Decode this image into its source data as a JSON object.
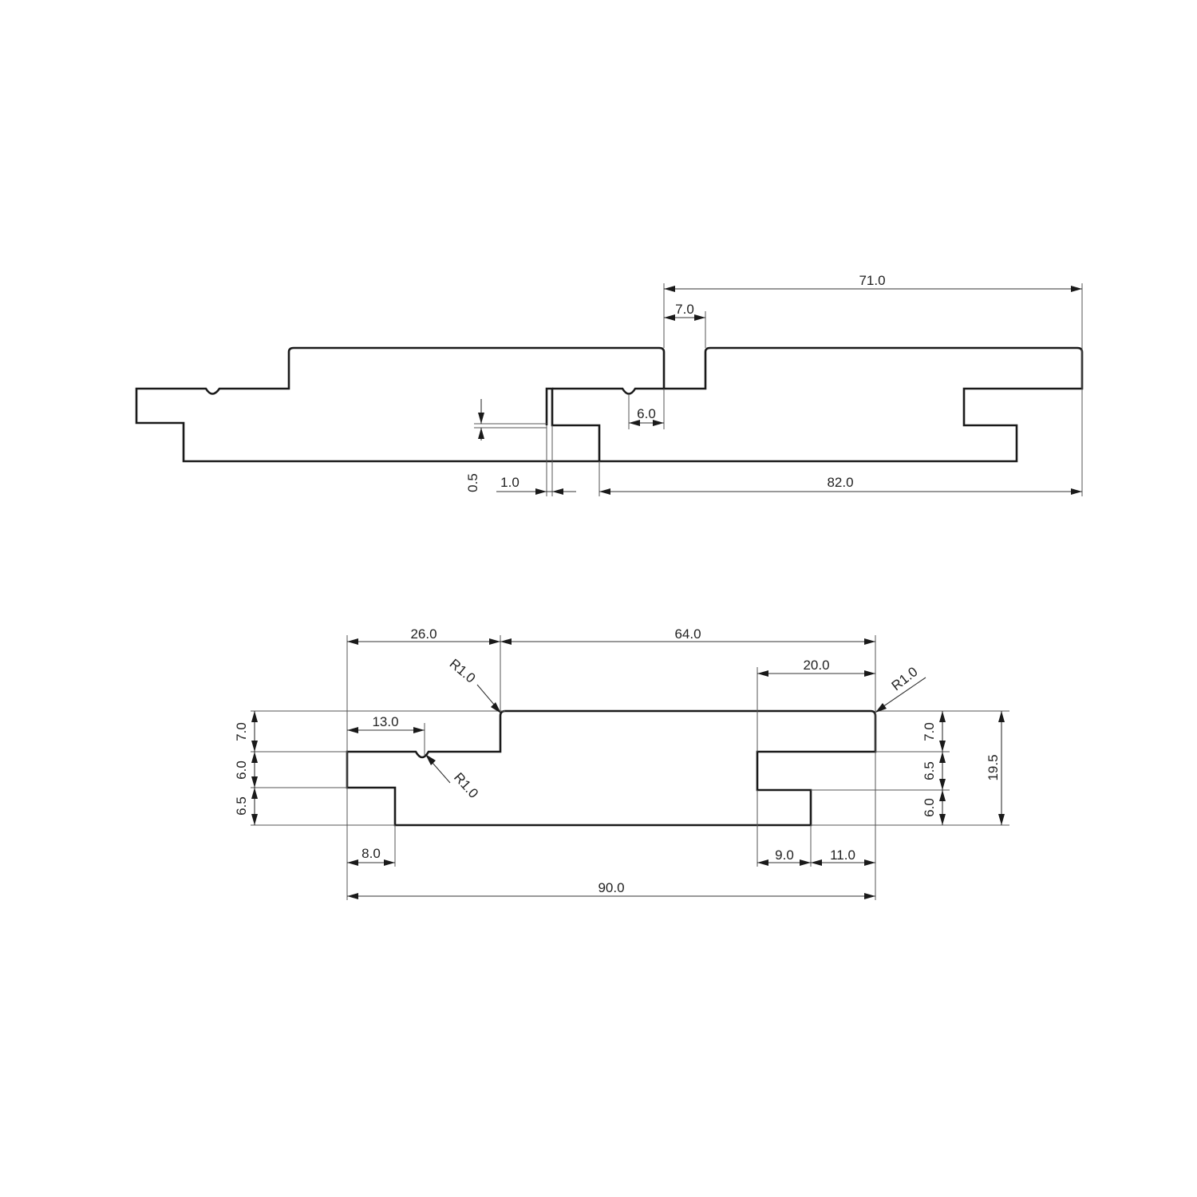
{
  "top_view": {
    "dimensions": {
      "overall_width": "71.0",
      "groove_width": "7.0",
      "notch_offset": "6.0",
      "gap_height": "0.5",
      "gap_width": "1.0",
      "bottom_length": "82.0"
    }
  },
  "bottom_view": {
    "dimensions": {
      "left_top": "26.0",
      "top_span": "64.0",
      "right_tongue": "20.0",
      "notch_offset": "13.0",
      "radius_left": "R1.0",
      "radius_notch": "R1.0",
      "radius_right": "R1.0",
      "left_step_1": "7.0",
      "left_step_2": "6.0",
      "left_step_3": "6.5",
      "right_step_1": "7.0",
      "right_step_2": "6.5",
      "right_step_3": "6.0",
      "total_height": "19.5",
      "left_foot": "8.0",
      "right_slot": "9.0",
      "right_foot": "11.0",
      "overall_width": "90.0"
    }
  }
}
